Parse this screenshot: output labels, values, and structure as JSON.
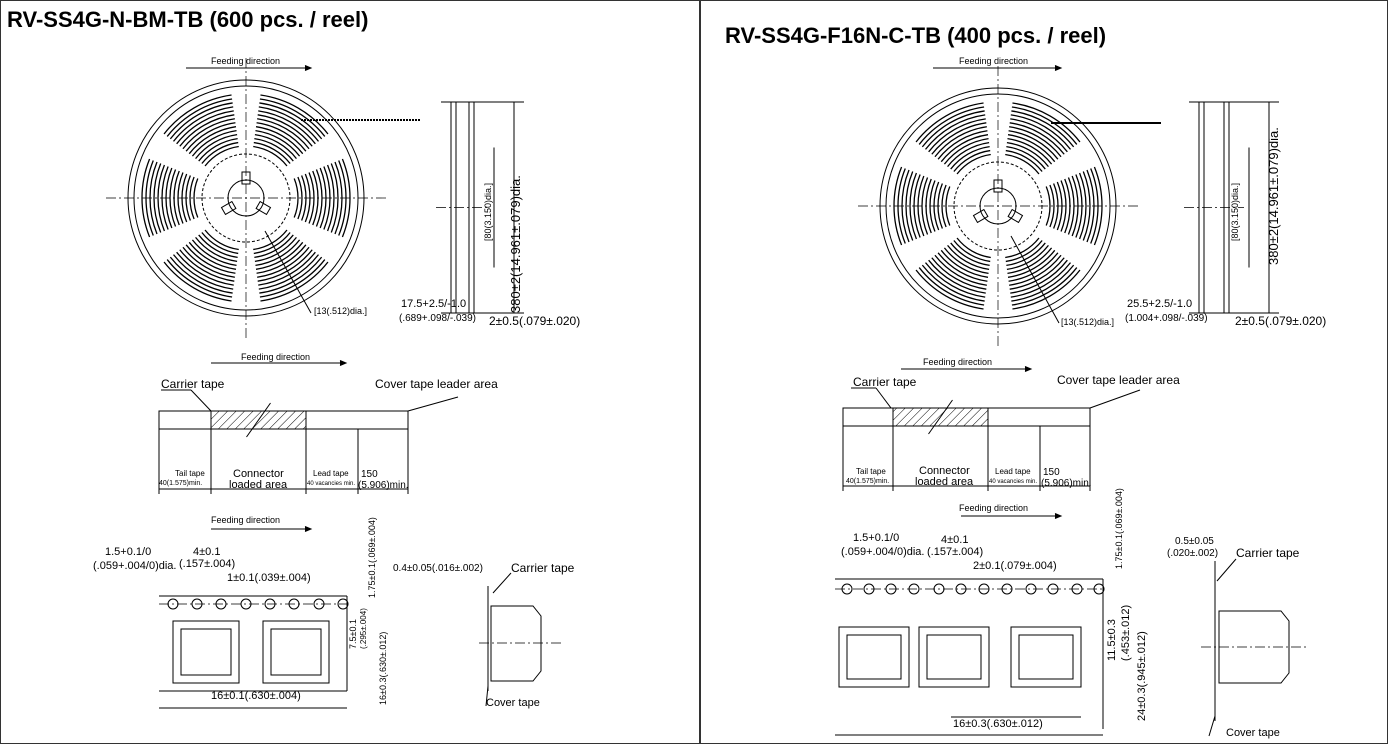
{
  "left": {
    "title": "RV-SS4G-N-BM-TB  (600 pcs. / reel)",
    "reel": {
      "feeding": "Feeding direction",
      "hub_dia": "[13(.512)dia.]",
      "inner_dia": "[80(3.150)dia.]",
      "outer_dia": "380±2(14.961±.079)dia.",
      "width_mm": "17.5+2.5/-1.0",
      "width_in": "(.689+.098/-.039)",
      "flange": "2±0.5(.079±.020)"
    },
    "tape": {
      "feeding": "Feeding direction",
      "carrier": "Carrier tape",
      "cover_leader": "Cover tape leader area",
      "tail": "Tail tape",
      "tail_len": "40(1.575)min.",
      "loaded_1": "Connector",
      "loaded_2": "loaded area",
      "lead": "Lead tape",
      "lead_len": "40 vacancies min.",
      "leader_1": "150",
      "leader_2": "(5.906)min."
    },
    "pocket": {
      "feeding": "Feeding direction",
      "hole_mm": "1.5+0.1/0",
      "hole_in": "(.059+.004/0)dia.",
      "pitch4_mm": "4±0.1",
      "pitch4_in": "(.157±.004)",
      "pitch1": "1±0.1(.039±.004)",
      "edge": "1.75±0.1(.069±.004)",
      "row_mm": "7.5±0.1",
      "row_in": "(.295±.004)",
      "width": "16±0.3(.630±.012)",
      "pitch16": "16±0.1(.630±.004)",
      "thickness": "0.4±0.05(.016±.002)",
      "carrier": "Carrier tape",
      "cover": "Cover tape"
    }
  },
  "right": {
    "title": "RV-SS4G-F16N-C-TB  (400 pcs. / reel)",
    "reel": {
      "feeding": "Feeding direction",
      "hub_dia": "[13(.512)dia.]",
      "inner_dia": "[80(3.150)dia.]",
      "outer_dia": "380±2(14.961±.079)dia.",
      "width_mm": "25.5+2.5/-1.0",
      "width_in": "(1.004+.098/-.039)",
      "flange": "2±0.5(.079±.020)"
    },
    "tape": {
      "feeding": "Feeding direction",
      "carrier": "Carrier tape",
      "cover_leader": "Cover tape leader area",
      "tail": "Tail tape",
      "tail_len": "40(1.575)min.",
      "loaded_1": "Connector",
      "loaded_2": "loaded area",
      "lead": "Lead tape",
      "lead_len": "40 vacancies min.",
      "leader_1": "150",
      "leader_2": "(5.906)min."
    },
    "pocket": {
      "feeding": "Feeding direction",
      "hole_mm": "1.5+0.1/0",
      "hole_in": "(.059+.004/0)dia.",
      "pitch4_mm": "4±0.1",
      "pitch4_in": "(.157±.004)",
      "pitch2": "2±0.1(.079±.004)",
      "edge": "1.75±0.1(.069±.004)",
      "row_mm": "11.5±0.3",
      "row_in": "(.453±.012)",
      "width": "24±0.3(.945±.012)",
      "pitch16": "16±0.3(.630±.012)",
      "thickness_mm": "0.5±0.05",
      "thickness_in": "(.020±.002)",
      "carrier": "Carrier tape",
      "cover": "Cover tape"
    }
  }
}
